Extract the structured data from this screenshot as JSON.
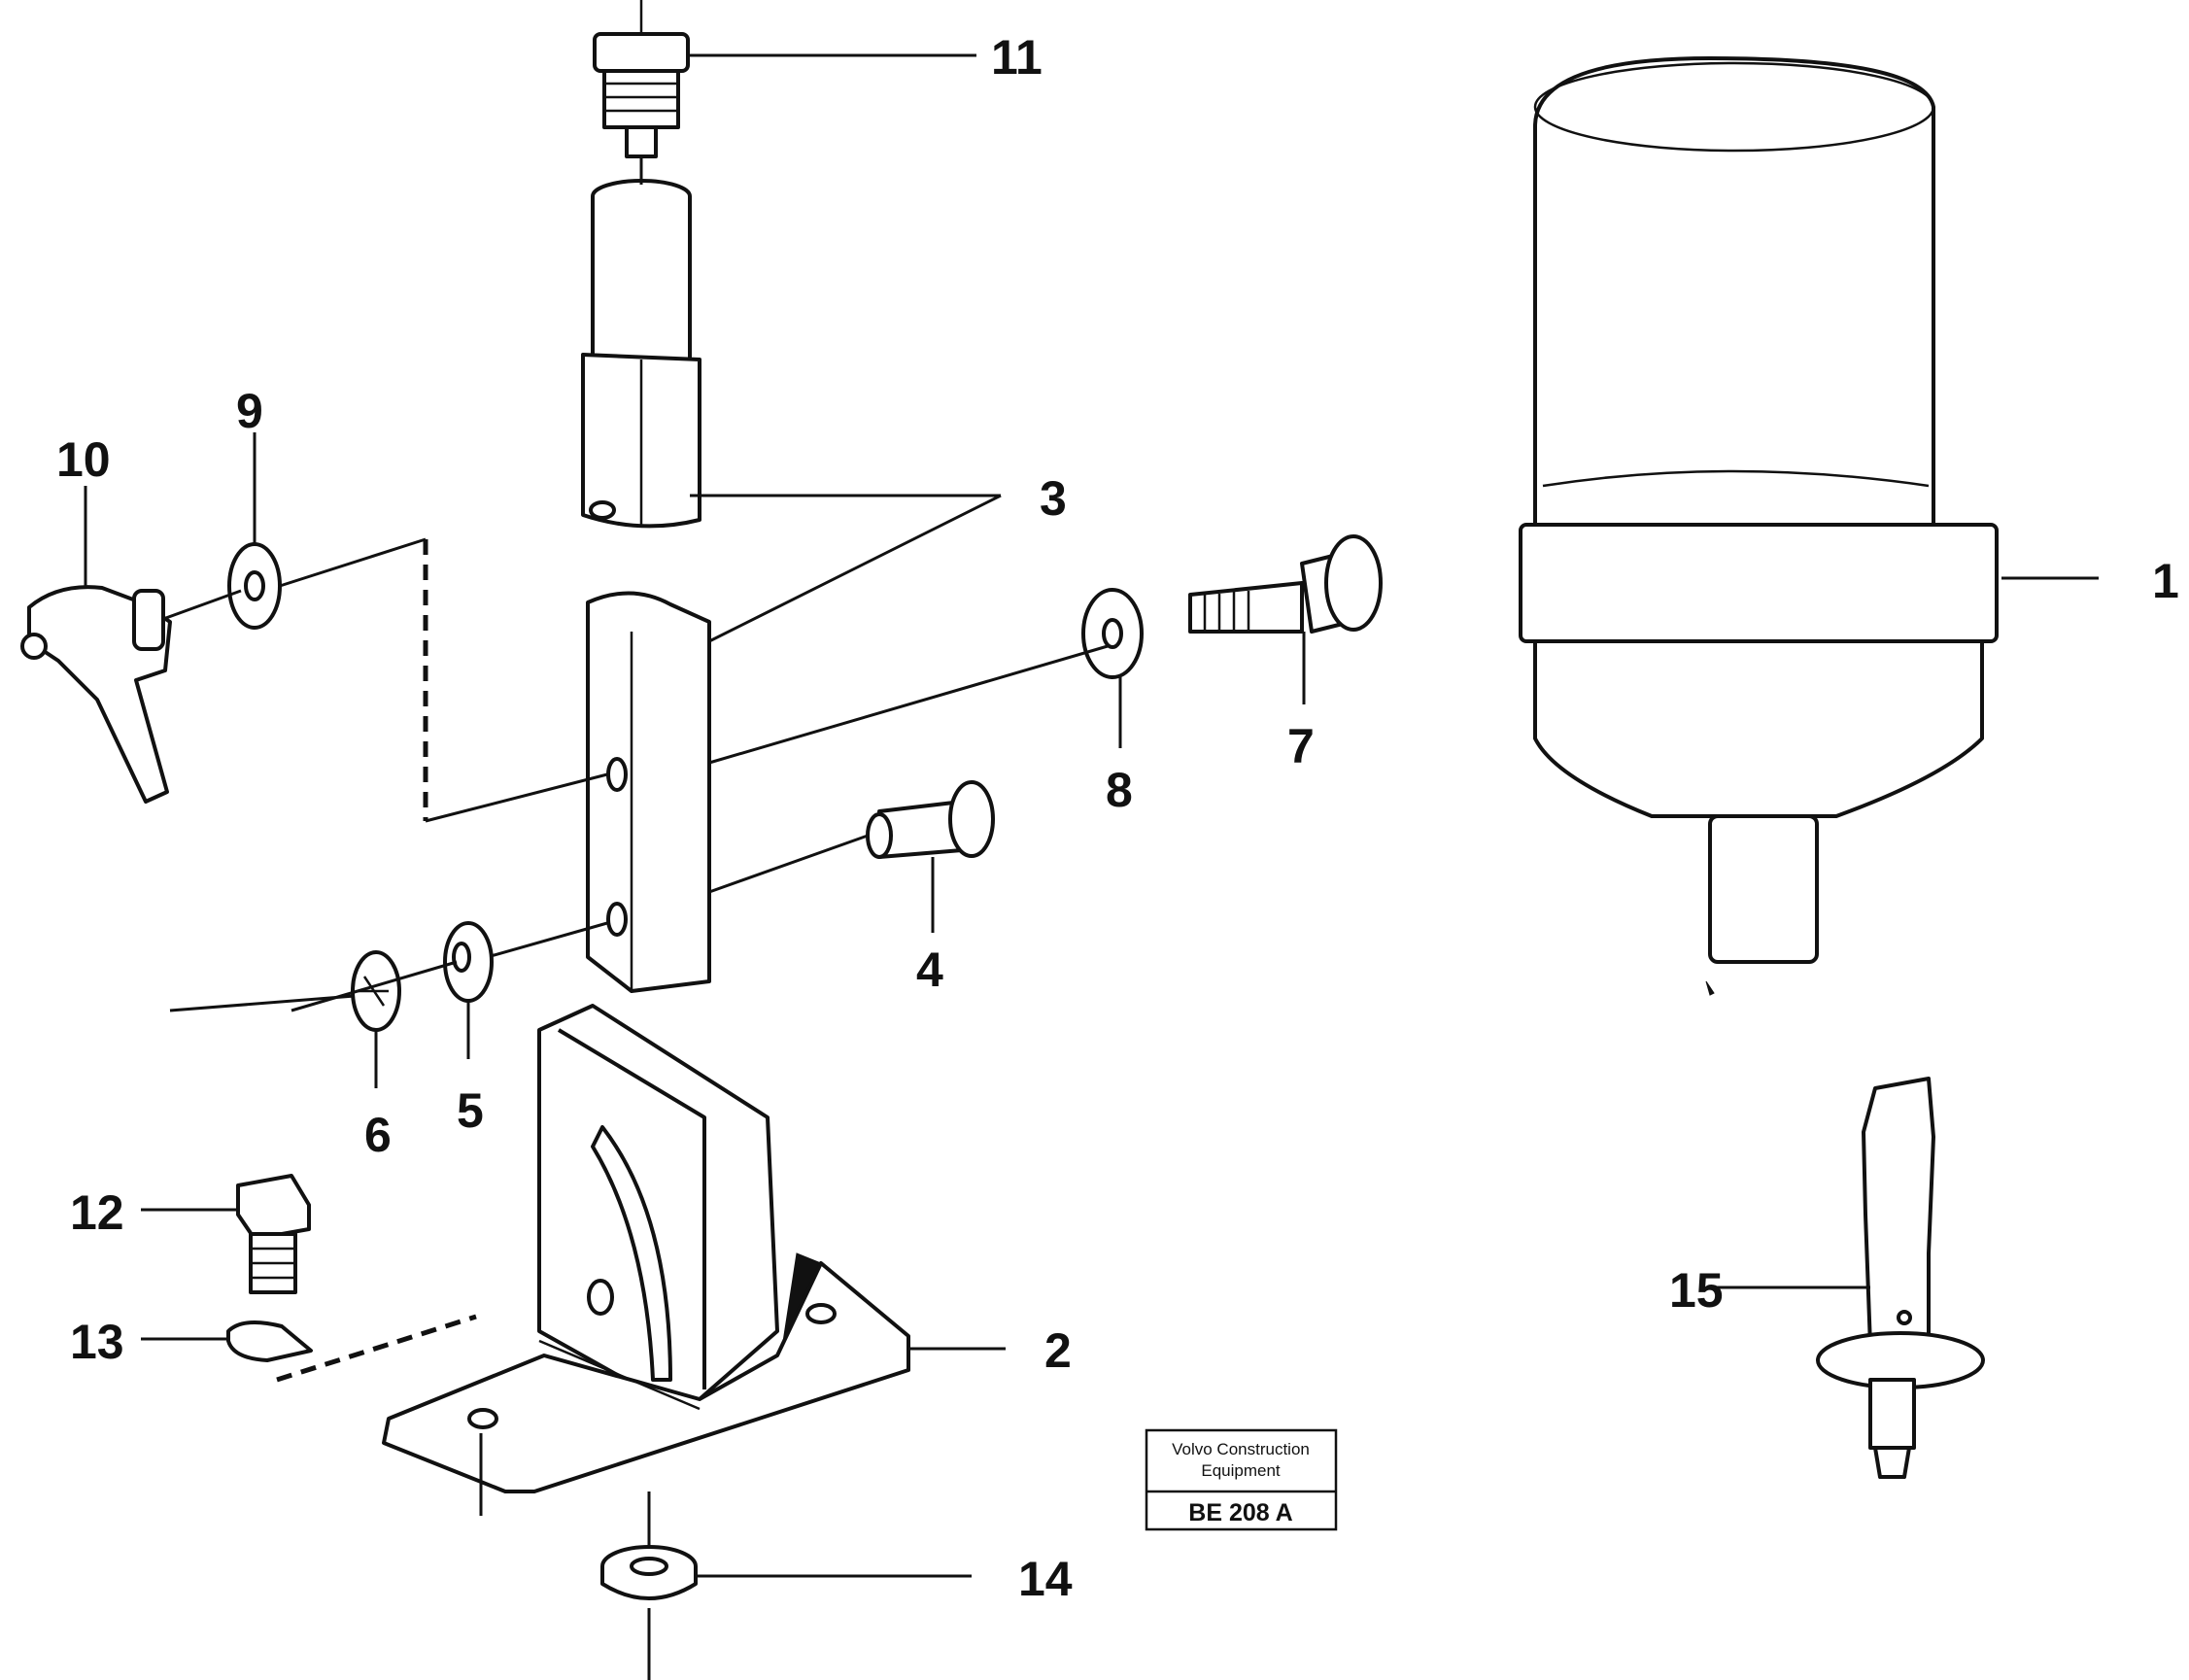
{
  "callouts": {
    "c1": "1",
    "c2": "2",
    "c3": "3",
    "c4": "4",
    "c5": "5",
    "c6": "6",
    "c7": "7",
    "c8": "8",
    "c9": "9",
    "c10": "10",
    "c11": "11",
    "c12": "12",
    "c13": "13",
    "c14": "14",
    "c15": "15"
  },
  "label_box": {
    "company_line1": "Volvo Construction",
    "company_line2": "Equipment",
    "code": "BE 208 A"
  }
}
